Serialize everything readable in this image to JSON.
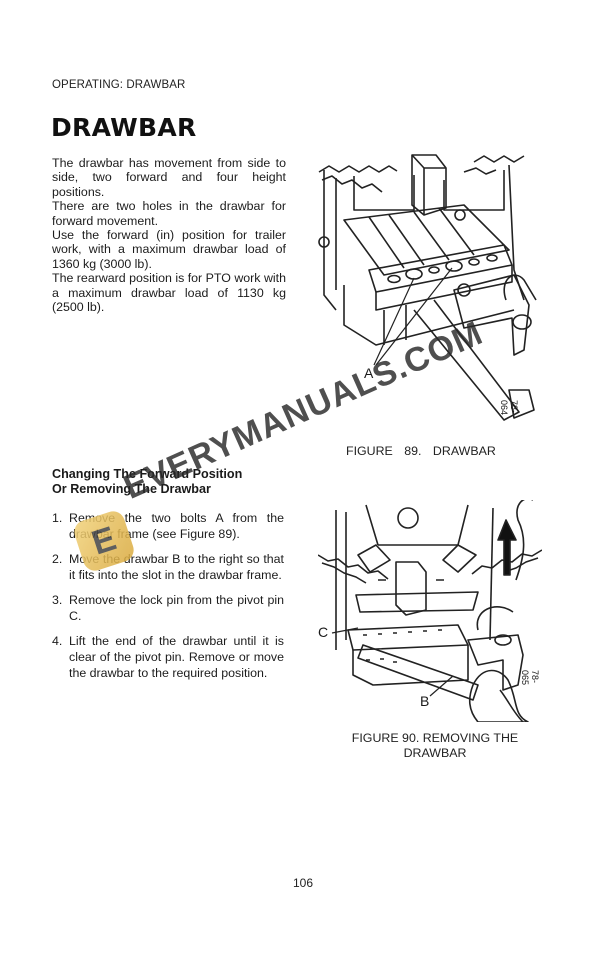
{
  "header": {
    "section_label": "OPERATING: DRAWBAR",
    "title": "DRAWBAR"
  },
  "intro": {
    "paragraphs": [
      "The drawbar has movement from side to side, two forward and four height positions.",
      "There are two holes in the drawbar for forward movement.",
      "Use the forward (in) position for trailer work, with a maximum drawbar load of 1360 kg (3000 lb).",
      "The rearward position is for PTO work with a maximum drawbar load of 1130 kg (2500 lb)."
    ]
  },
  "figure89": {
    "label_a": "A",
    "code": "78-064",
    "caption": "FIGURE 89.  DRAWBAR"
  },
  "procedure": {
    "heading_line1": "Changing The Forward Position",
    "heading_line2": "Or Removing The Drawbar",
    "steps": [
      {
        "num": "1.",
        "text": "Remove the two bolts A from the drawbar frame (see Figure 89)."
      },
      {
        "num": "2.",
        "text": "Move the drawbar B to the right so that it fits into the slot in the drawbar frame."
      },
      {
        "num": "3.",
        "text": "Remove the lock pin from the pivot pin C."
      },
      {
        "num": "4.",
        "text": "Lift the end of the drawbar until it is clear of the pivot pin. Remove or move the drawbar to the required position."
      }
    ]
  },
  "figure90": {
    "label_b": "B",
    "label_c": "C",
    "code": "78-065",
    "caption_line1": "FIGURE 90.   REMOVING THE",
    "caption_line2": "DRAWBAR"
  },
  "footer": {
    "page_number": "106"
  },
  "watermark": {
    "text": "EVERYMANUALS.COM",
    "logo_letter": "E",
    "logo_color": "#e2b855"
  }
}
